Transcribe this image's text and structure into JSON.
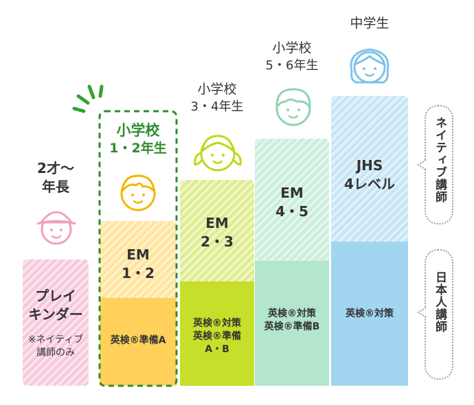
{
  "colors": {
    "pink": "#f8cfe0",
    "orange": "#ffd05a",
    "orange_light": "#ffe7a8",
    "lime": "#c7df2a",
    "lime_light": "#e0ef8f",
    "mint": "#b3e6cc",
    "mint_light": "#d3f1e1",
    "blue": "#a2d5ef",
    "blue_light": "#c8e7f6",
    "green_dash": "#2e8b2e",
    "accent_green": "#2e8b2e"
  },
  "columns": [
    {
      "id": "preschool",
      "grade_line1": "2才〜",
      "grade_line2": "年長",
      "upper_label": "",
      "lower_label_1": "プレイ",
      "lower_label_2": "キンダー",
      "note_1": "※ネイティブ",
      "note_2": "講師のみ",
      "icon": "child-hat-icon"
    },
    {
      "id": "elem12",
      "grade_line1": "小学校",
      "grade_line2": "1・2年生",
      "upper_label_1": "EM",
      "upper_label_2": "1・2",
      "lower_label_1": "英検®準備A",
      "icon": "boy-icon",
      "highlighted": true
    },
    {
      "id": "elem34",
      "grade_line1": "小学校",
      "grade_line2": "3・4年生",
      "upper_label_1": "EM",
      "upper_label_2": "2・3",
      "lower_label_1": "英検®対策",
      "lower_label_2": "英検®準備",
      "lower_label_3": "A・B",
      "icon": "girl-pigtails-icon"
    },
    {
      "id": "elem56",
      "grade_line1": "小学校",
      "grade_line2": "5・6年生",
      "upper_label_1": "EM",
      "upper_label_2": "4・5",
      "lower_label_1": "英検®対策",
      "lower_label_2": "英検®準備B",
      "icon": "boy-short-hair-icon"
    },
    {
      "id": "jhs",
      "grade_line1": "中学生",
      "upper_label_1": "JHS",
      "upper_label_2": "4レベル",
      "lower_label_1": "英検®対策",
      "icon": "girl-long-hair-icon"
    }
  ],
  "side": {
    "native": "ネイティブ講師",
    "japanese": "日本人講師"
  }
}
